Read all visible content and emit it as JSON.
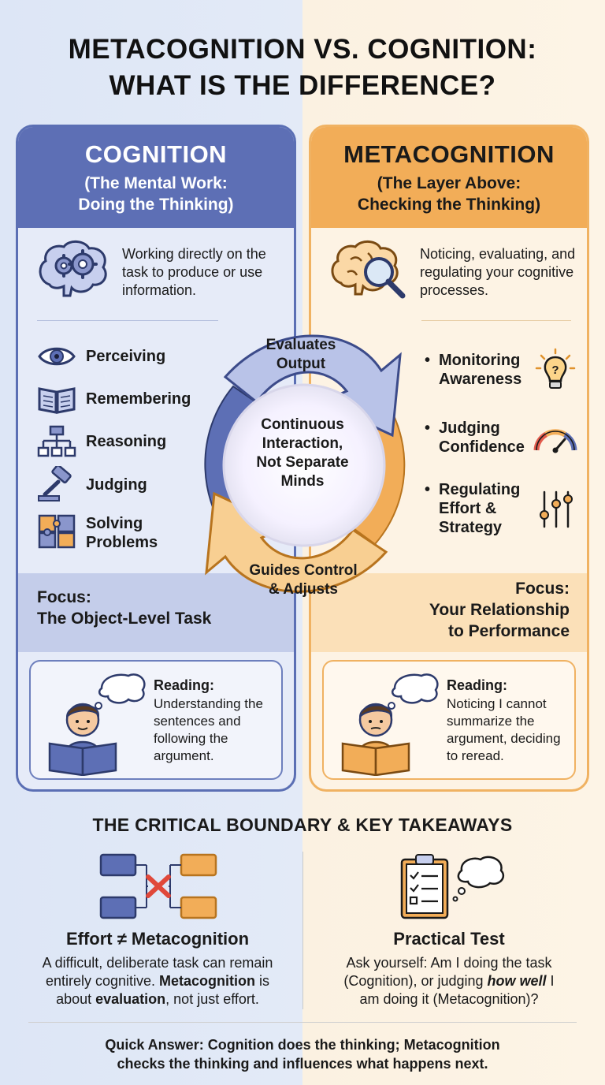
{
  "title": {
    "line1": "METACOGNITION VS. COGNITION:",
    "line2": "WHAT IS THE DIFFERENCE?"
  },
  "cognition": {
    "heading": "COGNITION",
    "sub1": "(The Mental Work:",
    "sub2": "Doing the Thinking)",
    "intro": "Working directly on the task to produce or use information.",
    "items": [
      {
        "label": "Perceiving",
        "icon": "eye-icon"
      },
      {
        "label": "Remembering",
        "icon": "book-icon"
      },
      {
        "label": "Reasoning",
        "icon": "flowchart-icon"
      },
      {
        "label": "Judging",
        "icon": "gavel-icon"
      },
      {
        "label": "Solving",
        "label2": "Problems",
        "icon": "puzzle-icon"
      }
    ],
    "focus1": "Focus:",
    "focus2": "The Object-Level Task",
    "reading_title": "Reading:",
    "reading_text": "Understanding the sentences and following the argument."
  },
  "metacognition": {
    "heading": "METACOGNITION",
    "sub1": "(The Layer Above:",
    "sub2": "Checking the Thinking)",
    "intro": "Noticing, evaluating, and regulating your cognitive processes.",
    "items": [
      {
        "line1": "Monitoring",
        "line2": "Awareness",
        "icon": "lightbulb-icon"
      },
      {
        "line1": "Judging",
        "line2": "Confidence",
        "icon": "gauge-icon"
      },
      {
        "line1": "Regulating",
        "line2": "Effort &",
        "line3": "Strategy",
        "icon": "sliders-icon"
      }
    ],
    "focus1": "Focus:",
    "focus2": "Your Relationship",
    "focus3": "to Performance",
    "reading_title": "Reading:",
    "reading_text": "Noticing I cannot summarize the argument, deciding to reread."
  },
  "cycle": {
    "top1": "Evaluates",
    "top2": "Output",
    "center1": "Continuous",
    "center2": "Interaction,",
    "center3": "Not Separate",
    "center4": "Minds",
    "bottom1": "Guides Control",
    "bottom2": "& Adjusts"
  },
  "takeaways": {
    "title": "THE CRITICAL BOUNDARY & KEY TAKEAWAYS",
    "left_head": "Effort ≠ Metacognition",
    "left_body_1": "A difficult, deliberate task can remain",
    "left_body_2a": "entirely cognitive. ",
    "left_body_2b": "Metacognition",
    "left_body_2c": " is",
    "left_body_3a": "about ",
    "left_body_3b": "evaluation",
    "left_body_3c": ", not just effort.",
    "right_head": "Practical Test",
    "right_body_1": "Ask yourself: Am I doing the task",
    "right_body_2a": "(Cognition), or judging ",
    "right_body_2b": "how well",
    "right_body_2c": " I",
    "right_body_3": "am doing it (Metacognition)?",
    "quick1": "Quick Answer: Cognition does the thinking; Metacognition",
    "quick2": "checks the thinking and influences what happens next."
  },
  "colors": {
    "cognition": "#5d6fb5",
    "metacognition": "#f2ad58"
  }
}
